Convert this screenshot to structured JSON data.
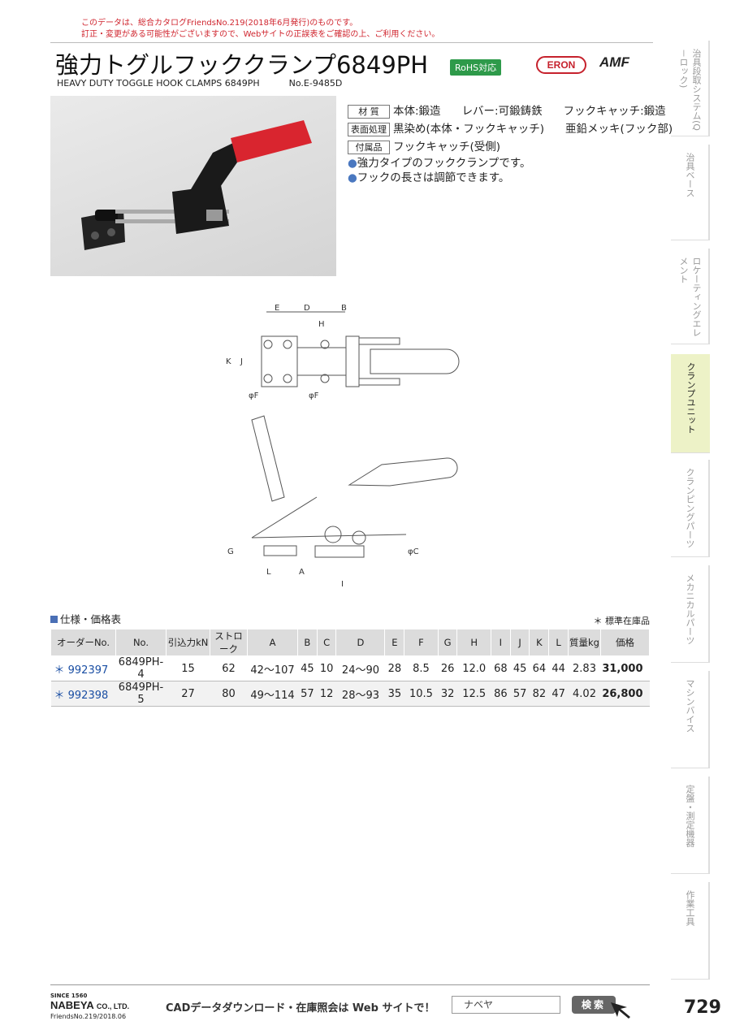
{
  "notice": {
    "line1": "このデータは、総合カタログFriendsNo.219(2018年6月発行)のものです。",
    "line2": "訂正・変更がある可能性がございますので、Webサイトの正誤表をご確認の上、ご利用ください。"
  },
  "header": {
    "title": "強力トグルフッククランプ6849PH",
    "rohs": "RoHS対応",
    "brand1": "ERON",
    "brand2": "AMF",
    "subtitle": "HEAVY DUTY TOGGLE HOOK CLAMPS 6849PH",
    "catalog_no": "No.E-9485D"
  },
  "specs": {
    "material_label": "材 質",
    "material_body": "本体:鍛造",
    "material_lever": "レバー:可鍛鋳鉄",
    "material_hook": "フックキャッチ:鍛造",
    "surface_label": "表面処理",
    "surface_body": "黒染め(本体・フックキャッチ)",
    "surface_hook": "亜鉛メッキ(フック部)",
    "accessory_label": "付属品",
    "accessory_value": "フックキャッチ(受側)",
    "bullets": [
      "強力タイプのフッククランプです。",
      "フックの長さは調節できます。"
    ]
  },
  "table": {
    "title": "仕様・価格表",
    "note": "＊ 標準在庫品",
    "headers": [
      "オーダーNo.",
      "No.",
      "引込力kN",
      "ストローク",
      "A",
      "B",
      "C",
      "D",
      "E",
      "F",
      "G",
      "H",
      "I",
      "J",
      "K",
      "L",
      "質量kg",
      "価格"
    ],
    "rows": [
      [
        "＊ 992397",
        "6849PH-4",
        "15",
        "62",
        "42〜107",
        "45",
        "10",
        "24〜90",
        "28",
        "8.5",
        "26",
        "12.0",
        "68",
        "45",
        "64",
        "44",
        "2.83",
        "31,000"
      ],
      [
        "＊ 992398",
        "6849PH-5",
        "27",
        "80",
        "49〜114",
        "57",
        "12",
        "28〜93",
        "35",
        "10.5",
        "32",
        "12.5",
        "86",
        "57",
        "82",
        "47",
        "4.02",
        "26,800"
      ]
    ]
  },
  "drawing_labels": {
    "e": "E",
    "d": "D",
    "b": "B",
    "h": "H",
    "k": "K",
    "j": "J",
    "f1": "φF",
    "f2": "φF",
    "g": "G",
    "l": "L",
    "a": "A",
    "i": "I",
    "c": "φC"
  },
  "sidetabs": [
    "治具段取システム(Q－ロック)",
    "治具ベース",
    "ロケーティングエレメント",
    "クランプユニット",
    "クランピングパーツ",
    "メカニカルパーツ",
    "マシンバイス",
    "定盤・測定機器",
    "作業工具"
  ],
  "footer": {
    "since": "SINCE 1560",
    "company": "NABEYA",
    "company_suffix": "CO., LTD.",
    "friends": "FriendsNo.219/2018.06",
    "cad": "CADデータダウンロード・在庫照会は Web サイトで！",
    "search_value": "ナベヤ",
    "search_button": "検索",
    "page": "729"
  }
}
